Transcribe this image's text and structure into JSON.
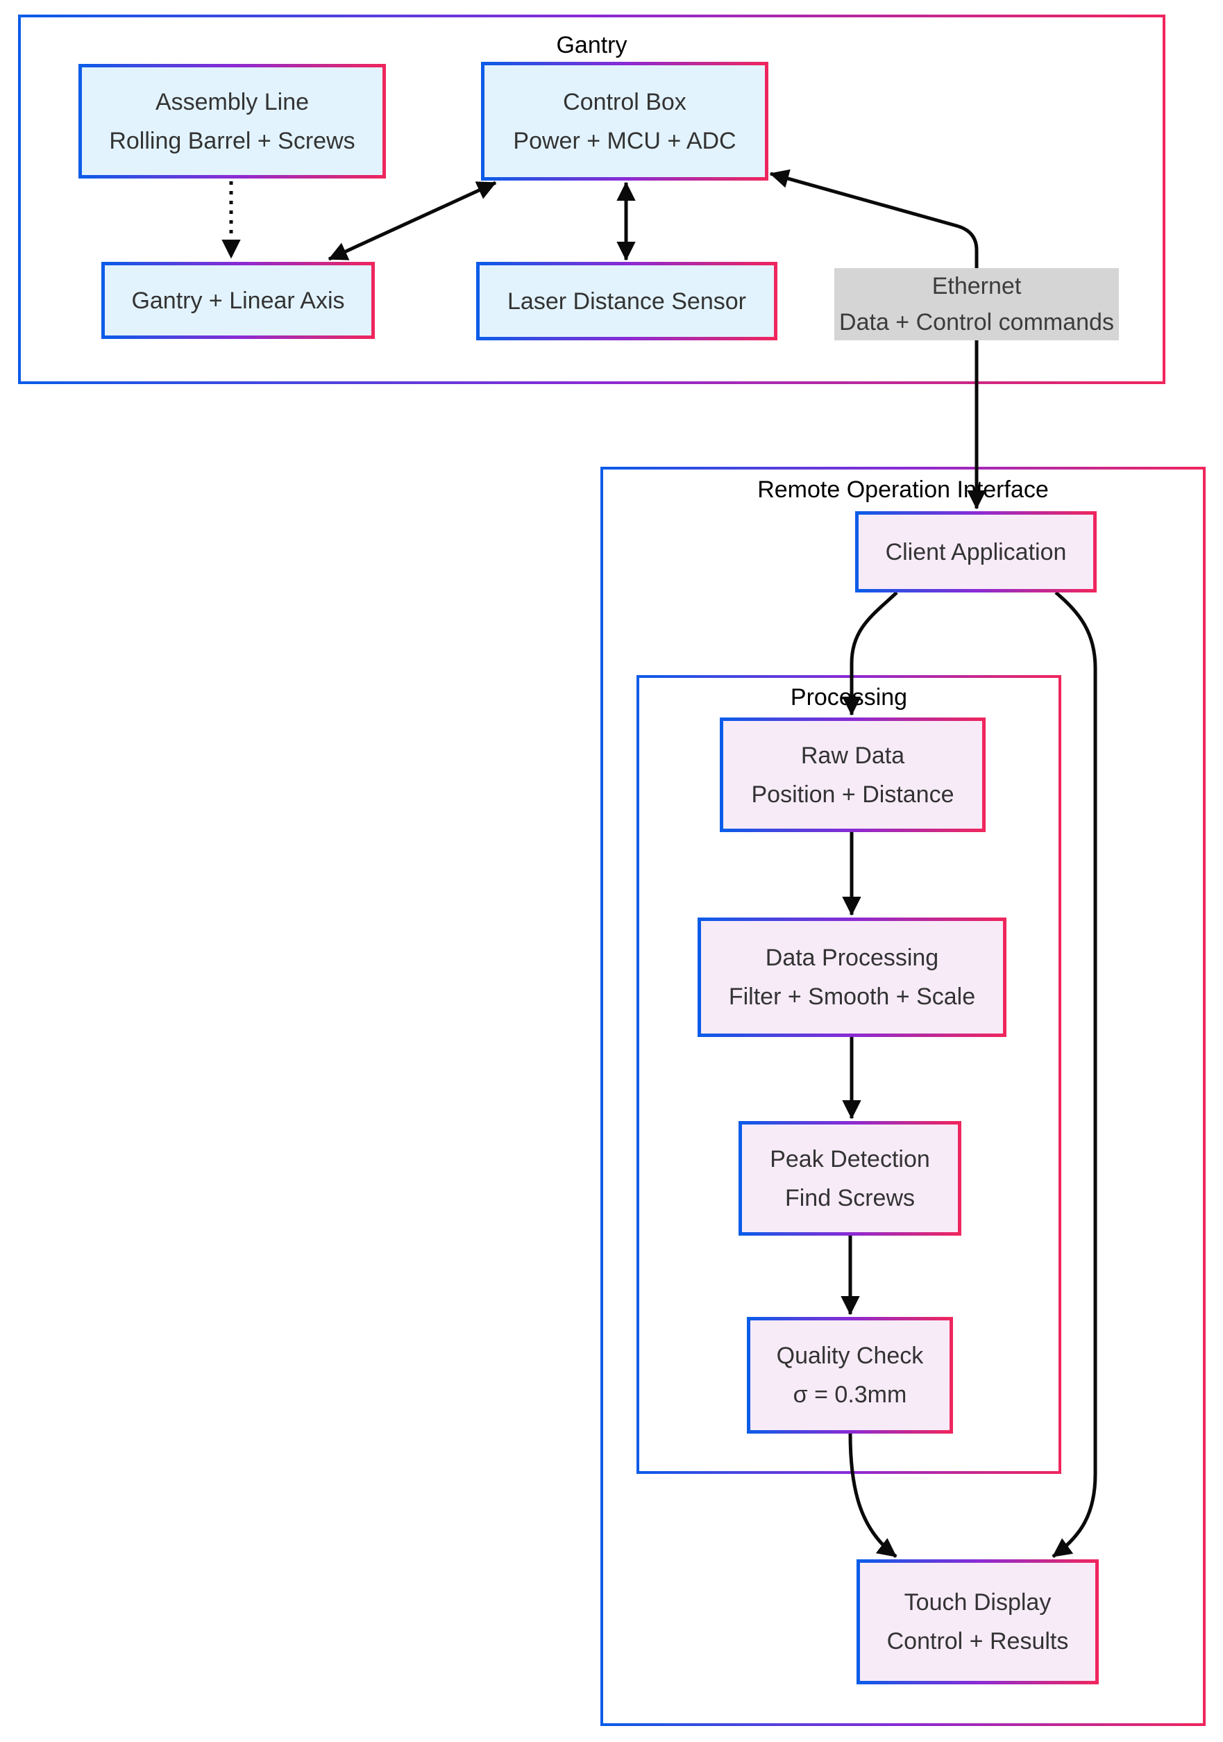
{
  "containers": {
    "gantry": {
      "title": "Gantry"
    },
    "roi": {
      "title": "Remote Operation Interface"
    },
    "processing": {
      "title": "Processing"
    }
  },
  "nodes": {
    "assembly_line": {
      "line1": "Assembly Line",
      "line2": "Rolling Barrel + Screws"
    },
    "control_box": {
      "line1": "Control Box",
      "line2": "Power + MCU + ADC"
    },
    "gantry_axis": {
      "line1": "Gantry + Linear Axis"
    },
    "laser_sensor": {
      "line1": "Laser Distance Sensor"
    },
    "client_app": {
      "line1": "Client Application"
    },
    "raw_data": {
      "line1": "Raw Data",
      "line2": "Position + Distance"
    },
    "data_processing": {
      "line1": "Data Processing",
      "line2": "Filter + Smooth + Scale"
    },
    "peak_detection": {
      "line1": "Peak Detection",
      "line2": "Find Screws"
    },
    "quality_check": {
      "line1": "Quality Check",
      "line2": "σ = 0.3mm"
    },
    "touch_display": {
      "line1": "Touch Display",
      "line2": "Control + Results"
    }
  },
  "edge_labels": {
    "ethernet": {
      "line1": "Ethernet",
      "line2": "Data + Control commands"
    }
  },
  "colors": {
    "border_blue": "#0b5ce8",
    "border_purple": "#8a2bd5",
    "border_red": "#ef265e",
    "node_fill_blue": "#e2f3fd",
    "node_fill_lavender": "#f7ebf8",
    "edge_label_bg": "#d5d5d5",
    "text": "#333333",
    "edge": "#0a0a0a"
  }
}
